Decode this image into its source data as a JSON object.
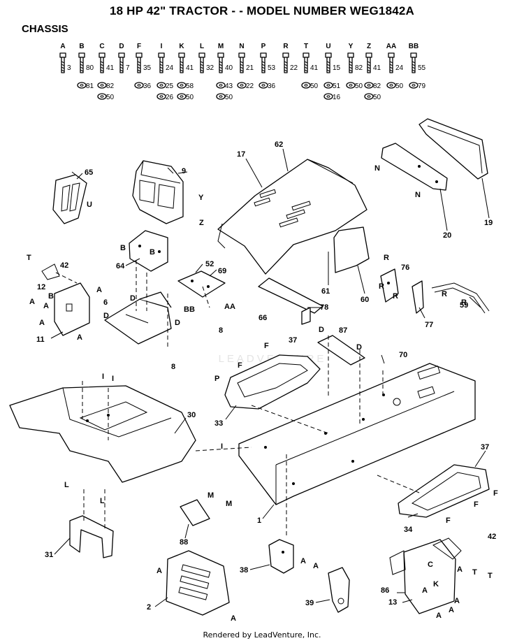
{
  "header": {
    "title": "18 HP 42\" TRACTOR - - MODEL NUMBER WEG1842A",
    "section": "CHASSIS"
  },
  "watermark": "LEADVENTURE",
  "footer": "Rendered by LeadVenture, Inc.",
  "hardware": [
    {
      "letter": "A",
      "labels": [
        "3"
      ]
    },
    {
      "letter": "B",
      "labels": [
        "80",
        "81"
      ]
    },
    {
      "letter": "C",
      "labels": [
        "41",
        "82",
        "50"
      ]
    },
    {
      "letter": "D",
      "labels": [
        "7"
      ]
    },
    {
      "letter": "F",
      "labels": [
        "35",
        "36"
      ]
    },
    {
      "letter": "I",
      "labels": [
        "24",
        "25",
        "26"
      ]
    },
    {
      "letter": "K",
      "labels": [
        "41",
        "58",
        "50"
      ]
    },
    {
      "letter": "L",
      "labels": [
        "32"
      ]
    },
    {
      "letter": "M",
      "labels": [
        "40",
        "43",
        "50"
      ]
    },
    {
      "letter": "N",
      "labels": [
        "21",
        "22"
      ]
    },
    {
      "letter": "P",
      "labels": [
        "53",
        "36"
      ]
    },
    {
      "letter": "R",
      "labels": [
        "22"
      ]
    },
    {
      "letter": "T",
      "labels": [
        "41",
        "50"
      ]
    },
    {
      "letter": "U",
      "labels": [
        "15",
        "51",
        "16"
      ]
    },
    {
      "letter": "Y",
      "labels": [
        "82",
        "50"
      ]
    },
    {
      "letter": "Z",
      "labels": [
        "41",
        "82",
        "50"
      ]
    },
    {
      "letter": "AA",
      "labels": [
        "24",
        "50"
      ]
    },
    {
      "letter": "BB",
      "labels": [
        "55",
        "79"
      ]
    }
  ],
  "callouts": {
    "c65": "65",
    "c9": "9",
    "c62": "62",
    "c17": "17",
    "cU": "U",
    "cY": "Y",
    "cZ": "Z",
    "cN1": "N",
    "cN2": "N",
    "c20": "20",
    "c19": "19",
    "c42a": "42",
    "cT1": "T",
    "cB1": "B",
    "cB2": "B",
    "cB3": "B",
    "c64": "64",
    "c52": "52",
    "c69": "69",
    "c12": "12",
    "cA1": "A",
    "cA2": "A",
    "cA3": "A",
    "cA4": "A",
    "cA5": "A",
    "c11": "11",
    "c6": "6",
    "cD1": "D",
    "cD2": "D",
    "cD3": "D",
    "cBB": "BB",
    "cAA": "AA",
    "c8a": "8",
    "c8b": "8",
    "cR1": "R",
    "c61": "61",
    "c60": "60",
    "c76": "76",
    "cR2": "R",
    "cR3": "R",
    "cR4": "R",
    "cR5": "R",
    "c77": "77",
    "c59": "59",
    "c66": "66",
    "c78": "78",
    "cD4": "D",
    "cD5": "D",
    "c87": "87",
    "c70": "70",
    "cF1": "F",
    "cF2": "F",
    "c37a": "37",
    "cP": "P",
    "c33": "33",
    "cI1": "I",
    "cI2": "I",
    "cI3": "I",
    "c30": "30",
    "c1": "1",
    "c37b": "37",
    "cF3": "F",
    "cF4": "F",
    "cF5": "F",
    "c34": "34",
    "cL1": "L",
    "cL2": "L",
    "c31": "31",
    "cM1": "M",
    "cM2": "M",
    "c88": "88",
    "cA6": "A",
    "c2": "2",
    "cA7": "A",
    "c38": "38",
    "cA8": "A",
    "cA9": "A",
    "c39": "39",
    "c42b": "42",
    "cC": "C",
    "cA10": "A",
    "cT2": "T",
    "cT3": "T",
    "cK": "K",
    "c86": "86",
    "c13": "13",
    "cA11": "A",
    "cA12": "A",
    "cA13": "A",
    "cA14": "A"
  }
}
